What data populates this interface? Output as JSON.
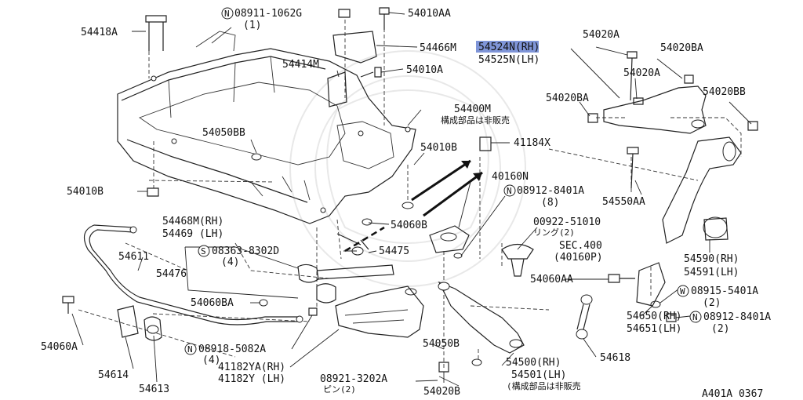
{
  "diagram_id": "A401A 0367",
  "highlight_color": "#7f95d8",
  "labels": {
    "p54418A": "54418A",
    "p08911": "08911-1062G",
    "p08911_qty": "(1)",
    "p54010AA": "54010AA",
    "p54466M": "54466M",
    "p54524N": "54524N(RH)",
    "p54525N": "54525N(LH)",
    "p54414M": "54414M",
    "p54010A": "54010A",
    "p54020A_top": "54020A",
    "p54020BA_top": "54020BA",
    "p54020A_mid": "54020A",
    "p54020BA_mid": "54020BA",
    "p54020BB": "54020BB",
    "p54400M": "54400M",
    "p54400M_note": "構成部品は非販売",
    "p54050BB": "54050BB",
    "p54010B_mid": "54010B",
    "p41184X": "41184X",
    "p54010B_left": "54010B",
    "p40160N": "40160N",
    "p08912_top": "08912-8401A",
    "p08912_top_qty": "(8)",
    "p54550AA": "54550AA",
    "p54468M": "54468M(RH)",
    "p54469": "54469 (LH)",
    "p00922": "00922-51010",
    "p00922_ring": "リング(2)",
    "p54060B": "54060B",
    "p54611": "54611",
    "p08363": "08363-8302D",
    "p08363_qty": "(4)",
    "p54475": "54475",
    "pSEC400": "SEC.400",
    "pSEC400_ref": "(40160P)",
    "p54590": "54590(RH)",
    "p54591": "54591(LH)",
    "p54476": "54476",
    "p54060AA": "54060AA",
    "p54060BA": "54060BA",
    "p08915": "08915-5401A",
    "p08915_qty": "(2)",
    "p08912_bot": "08912-8401A",
    "p08912_bot_qty": "(2)",
    "p54060A": "54060A",
    "p54650": "54650(RH)",
    "p54651": "54651(LH)",
    "p08918": "08918-5082A",
    "p08918_qty": "(4)",
    "p54050B": "54050B",
    "p54618": "54618",
    "p41182YA": "41182YA(RH)",
    "p41182Y": "41182Y (LH)",
    "p54500": "54500(RH)",
    "p54501": "54501(LH)",
    "p54501_note": "(構成部品は非販売",
    "p54614": "54614",
    "p08921": "08921-3202A",
    "p08921_pin": "ピン(2)",
    "p54613": "54613",
    "p54020B": "54020B"
  },
  "prefix_symbols": {
    "n1": "N",
    "n2": "N",
    "n3": "N",
    "n4": "N",
    "s1": "S",
    "w1": "W"
  }
}
